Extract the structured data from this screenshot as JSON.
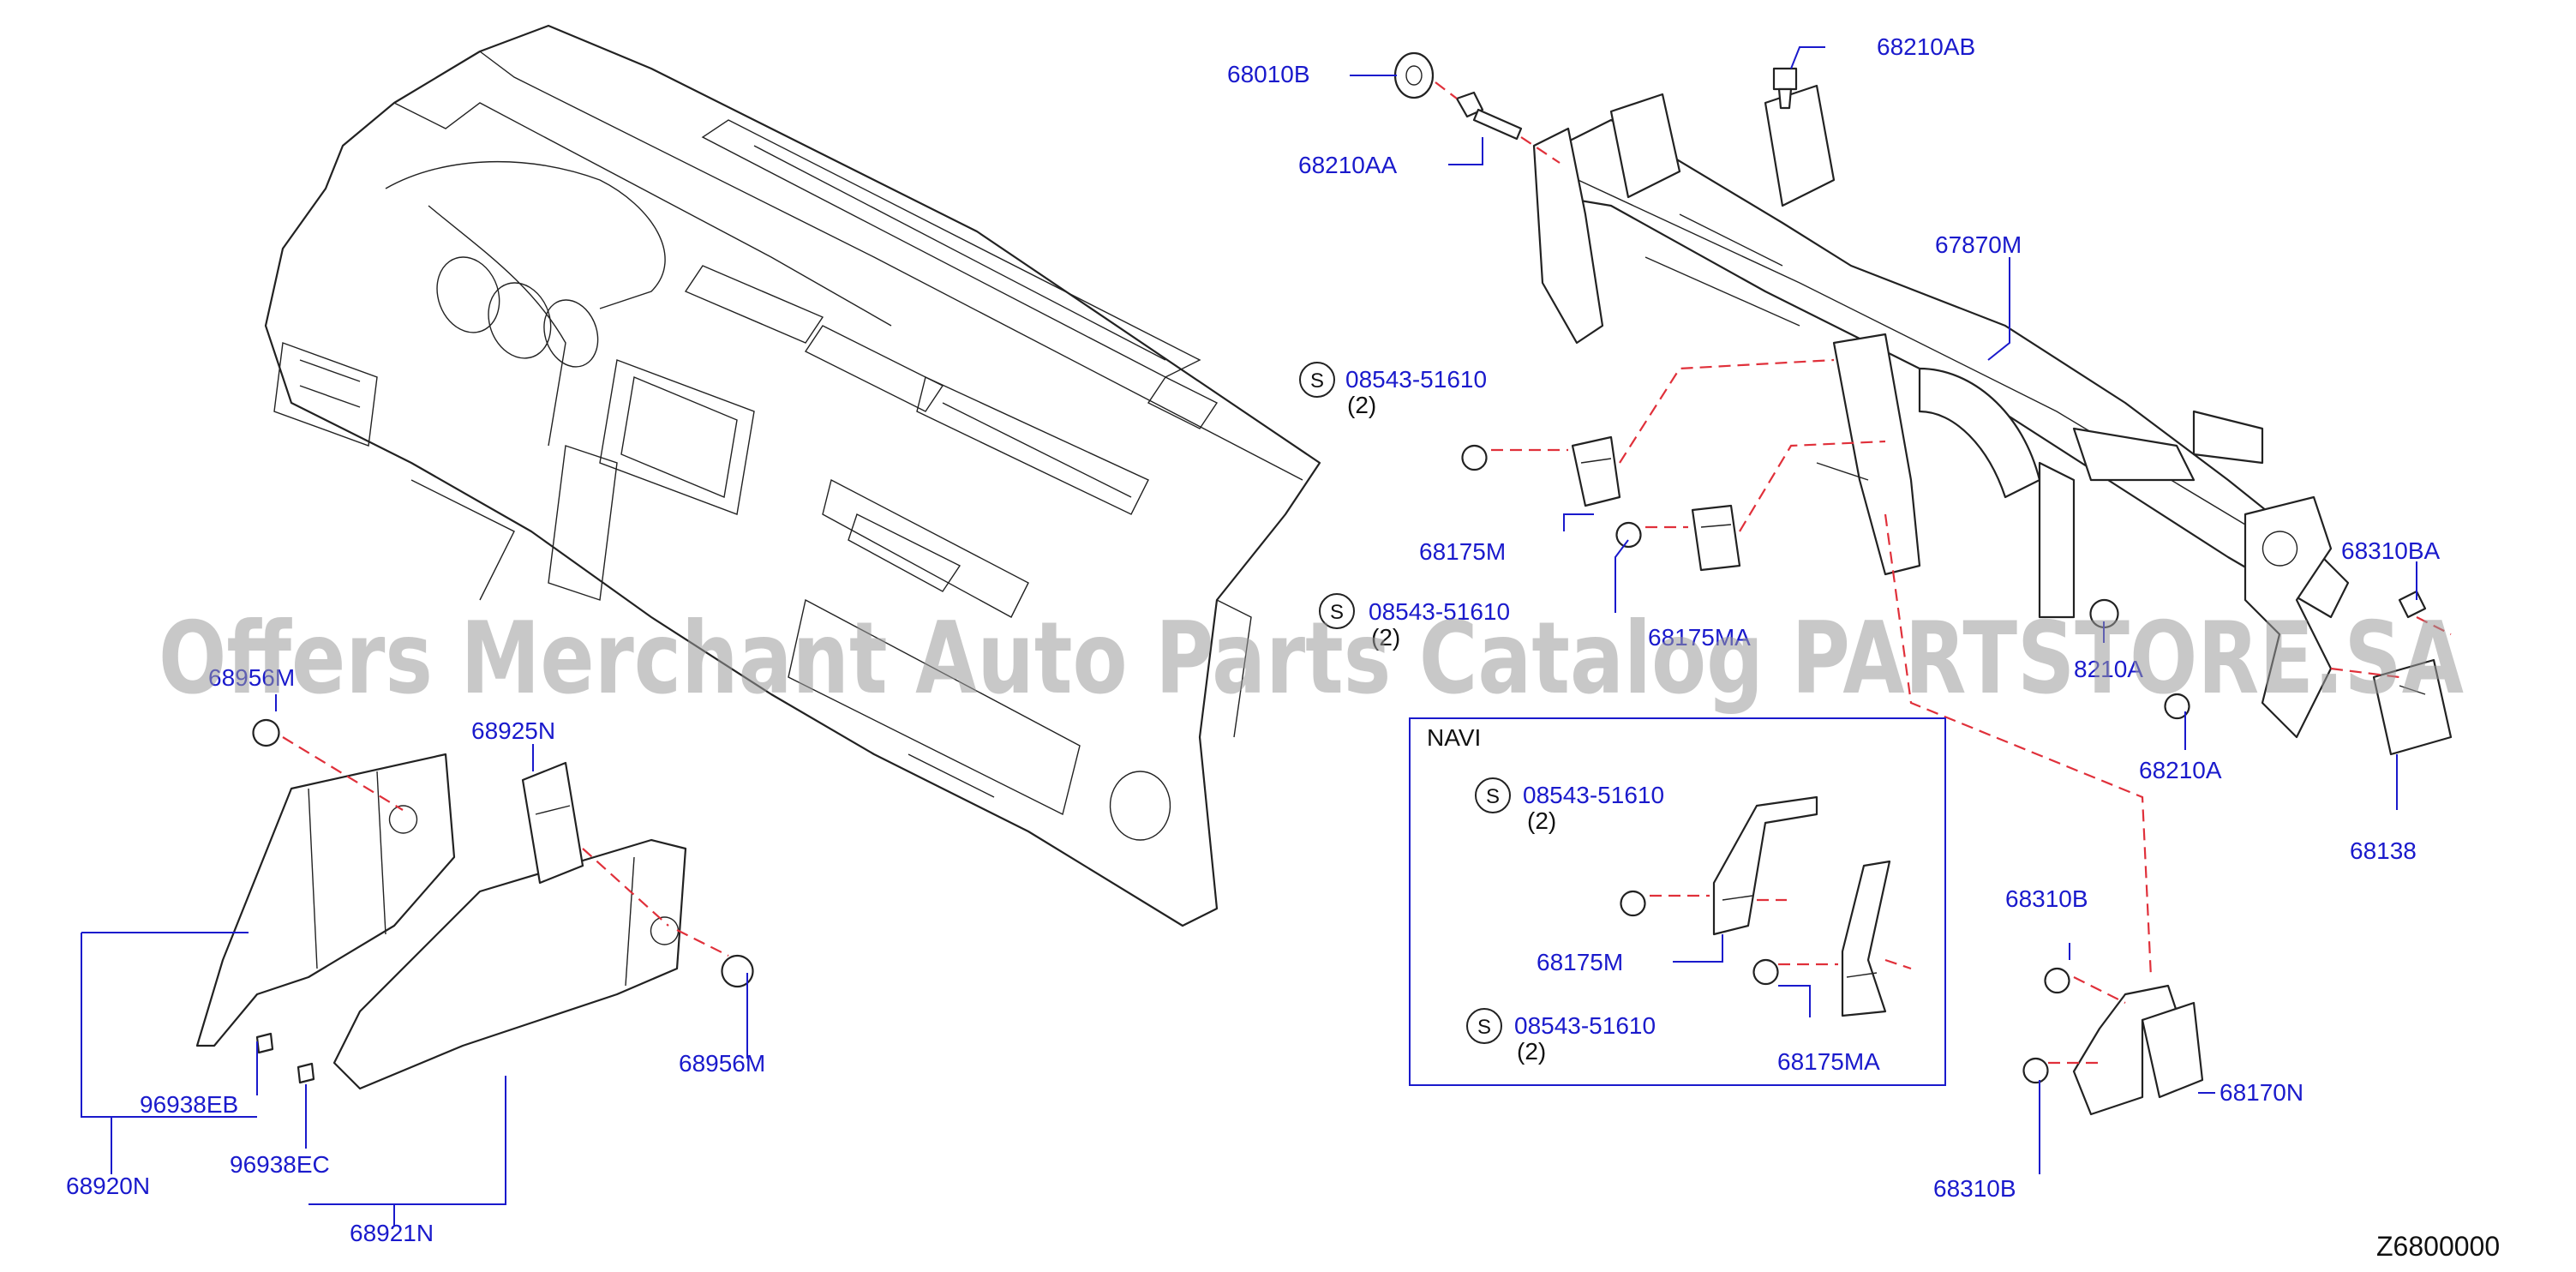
{
  "diagram_code": "Z6800000",
  "watermark": "Offers Merchant Auto Parts Catalog PARTSTORE.SA",
  "navi_box": {
    "title": "NAVI"
  },
  "screw_symbol": "S",
  "labels": {
    "p68010B": "68010B",
    "p68210AB": "68210AB",
    "p68210AA": "68210AA",
    "p67870M": "67870M",
    "s1_part": "08543-51610",
    "s1_qty": "(2)",
    "p68175M_top": "68175M",
    "s2_part": "08543-51610",
    "s2_qty": "(2)",
    "p68175MA_top": "68175MA",
    "p68310BA": "68310BA",
    "p68210A_partial": "8210A",
    "p68210A": "68210A",
    "p68138": "68138",
    "p68956M_top": "68956M",
    "p68925N": "68925N",
    "p68956M": "68956M",
    "p96938EB": "96938EB",
    "p96938EC": "96938EC",
    "p68920N": "68920N",
    "p68921N": "68921N",
    "navi_s1_part": "08543-51610",
    "navi_s1_qty": "(2)",
    "p68175M_navi": "68175M",
    "navi_s2_part": "08543-51610",
    "navi_s2_qty": "(2)",
    "p68175MA_navi": "68175MA",
    "p68310B_top": "68310B",
    "p68170N": "68170N",
    "p68310B_bottom": "68310B"
  }
}
